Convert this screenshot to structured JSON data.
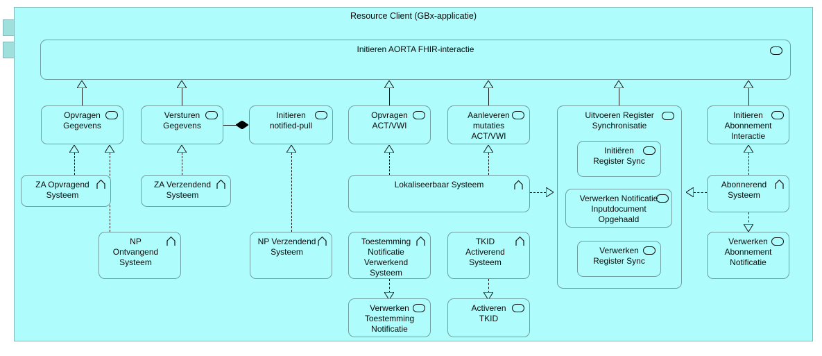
{
  "diagram": {
    "title": "Resource Client (GBx-applicatie)",
    "colors": {
      "canvas": "#aefcfb",
      "tab": "#9fe0dd",
      "border": "#6f9ea2",
      "outer_border": "#7fb7bb",
      "line": "#111111"
    }
  },
  "banner": {
    "label": "Initieren AORTA FHIR-interactie",
    "icon": "application-service-icon"
  },
  "services": {
    "opvragen_gegevens": "Opvragen\nGegevens",
    "versturen_gegevens": "Versturen\nGegevens",
    "initieren_notified_pull": "Initieren\nnotified-pull",
    "opvragen_act_vwi": "Opvragen\nACT/VWI",
    "aanleveren_mutaties": "Aanleveren\nmutaties\nACT/VWI",
    "uitvoeren_register_sync": "Uitvoeren Register\nSynchronisatie",
    "initieren_register_sync": "Initiëren\nRegister Sync",
    "verwerken_notificatie_input": "Verwerken Notificatie\nInputdocument\nOpgehaald",
    "verwerken_register_sync": "Verwerken\nRegister Sync",
    "initieren_abonnement_interactie": "Initieren\nAbonnement\nInteractie",
    "verwerken_abonnement_notificatie": "Verwerken\nAbonnement\nNotificatie",
    "verwerken_toestemming_notificatie": "Verwerken\nToestemming\nNotificatie",
    "activeren_tkid": "Activeren\nTKID"
  },
  "roles": {
    "za_opvragend": "ZA Opvragend\nSysteem",
    "za_verzendend": "ZA Verzendend\nSysteem",
    "np_ontvangend": "NP\nOntvangend\nSysteem",
    "np_verzendend": "NP Verzendend\nSysteem",
    "lokaliseerbaar": "Lokaliseerbaar Systeem",
    "toestemming_notificatie_verwerkend": "Toestemming\nNotificatie\nVerwerkend\nSysteem",
    "tkid_activerend": "TKID\nActiverend\nSysteem",
    "abonnerend": "Abonnerend\nSysteem"
  },
  "icons": {
    "application_service": "application-service-icon",
    "application_role": "application-role-icon",
    "composition_diamond": "composition-diamond-icon",
    "generalization_arrow": "generalization-arrow-icon",
    "realization_arrow": "realization-arrow-icon"
  }
}
